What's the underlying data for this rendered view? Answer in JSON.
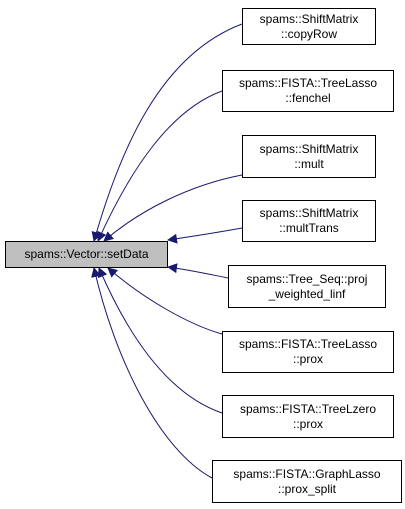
{
  "root": {
    "label": "spams::Vector::setData",
    "fill": "#bfbfbf"
  },
  "edge_color": "#191970",
  "callers": [
    {
      "line1": "spams::ShiftMatrix",
      "line2": "::copyRow"
    },
    {
      "line1": "spams::FISTA::TreeLasso",
      "line2": "::fenchel"
    },
    {
      "line1": "spams::ShiftMatrix",
      "line2": "::mult"
    },
    {
      "line1": "spams::ShiftMatrix",
      "line2": "::multTrans"
    },
    {
      "line1": "spams::Tree_Seq::proj",
      "line2": "_weighted_linf"
    },
    {
      "line1": "spams::FISTA::TreeLasso",
      "line2": "::prox"
    },
    {
      "line1": "spams::FISTA::TreeLzero",
      "line2": "::prox"
    },
    {
      "line1": "spams::FISTA::GraphLasso",
      "line2": "::prox_split"
    }
  ]
}
